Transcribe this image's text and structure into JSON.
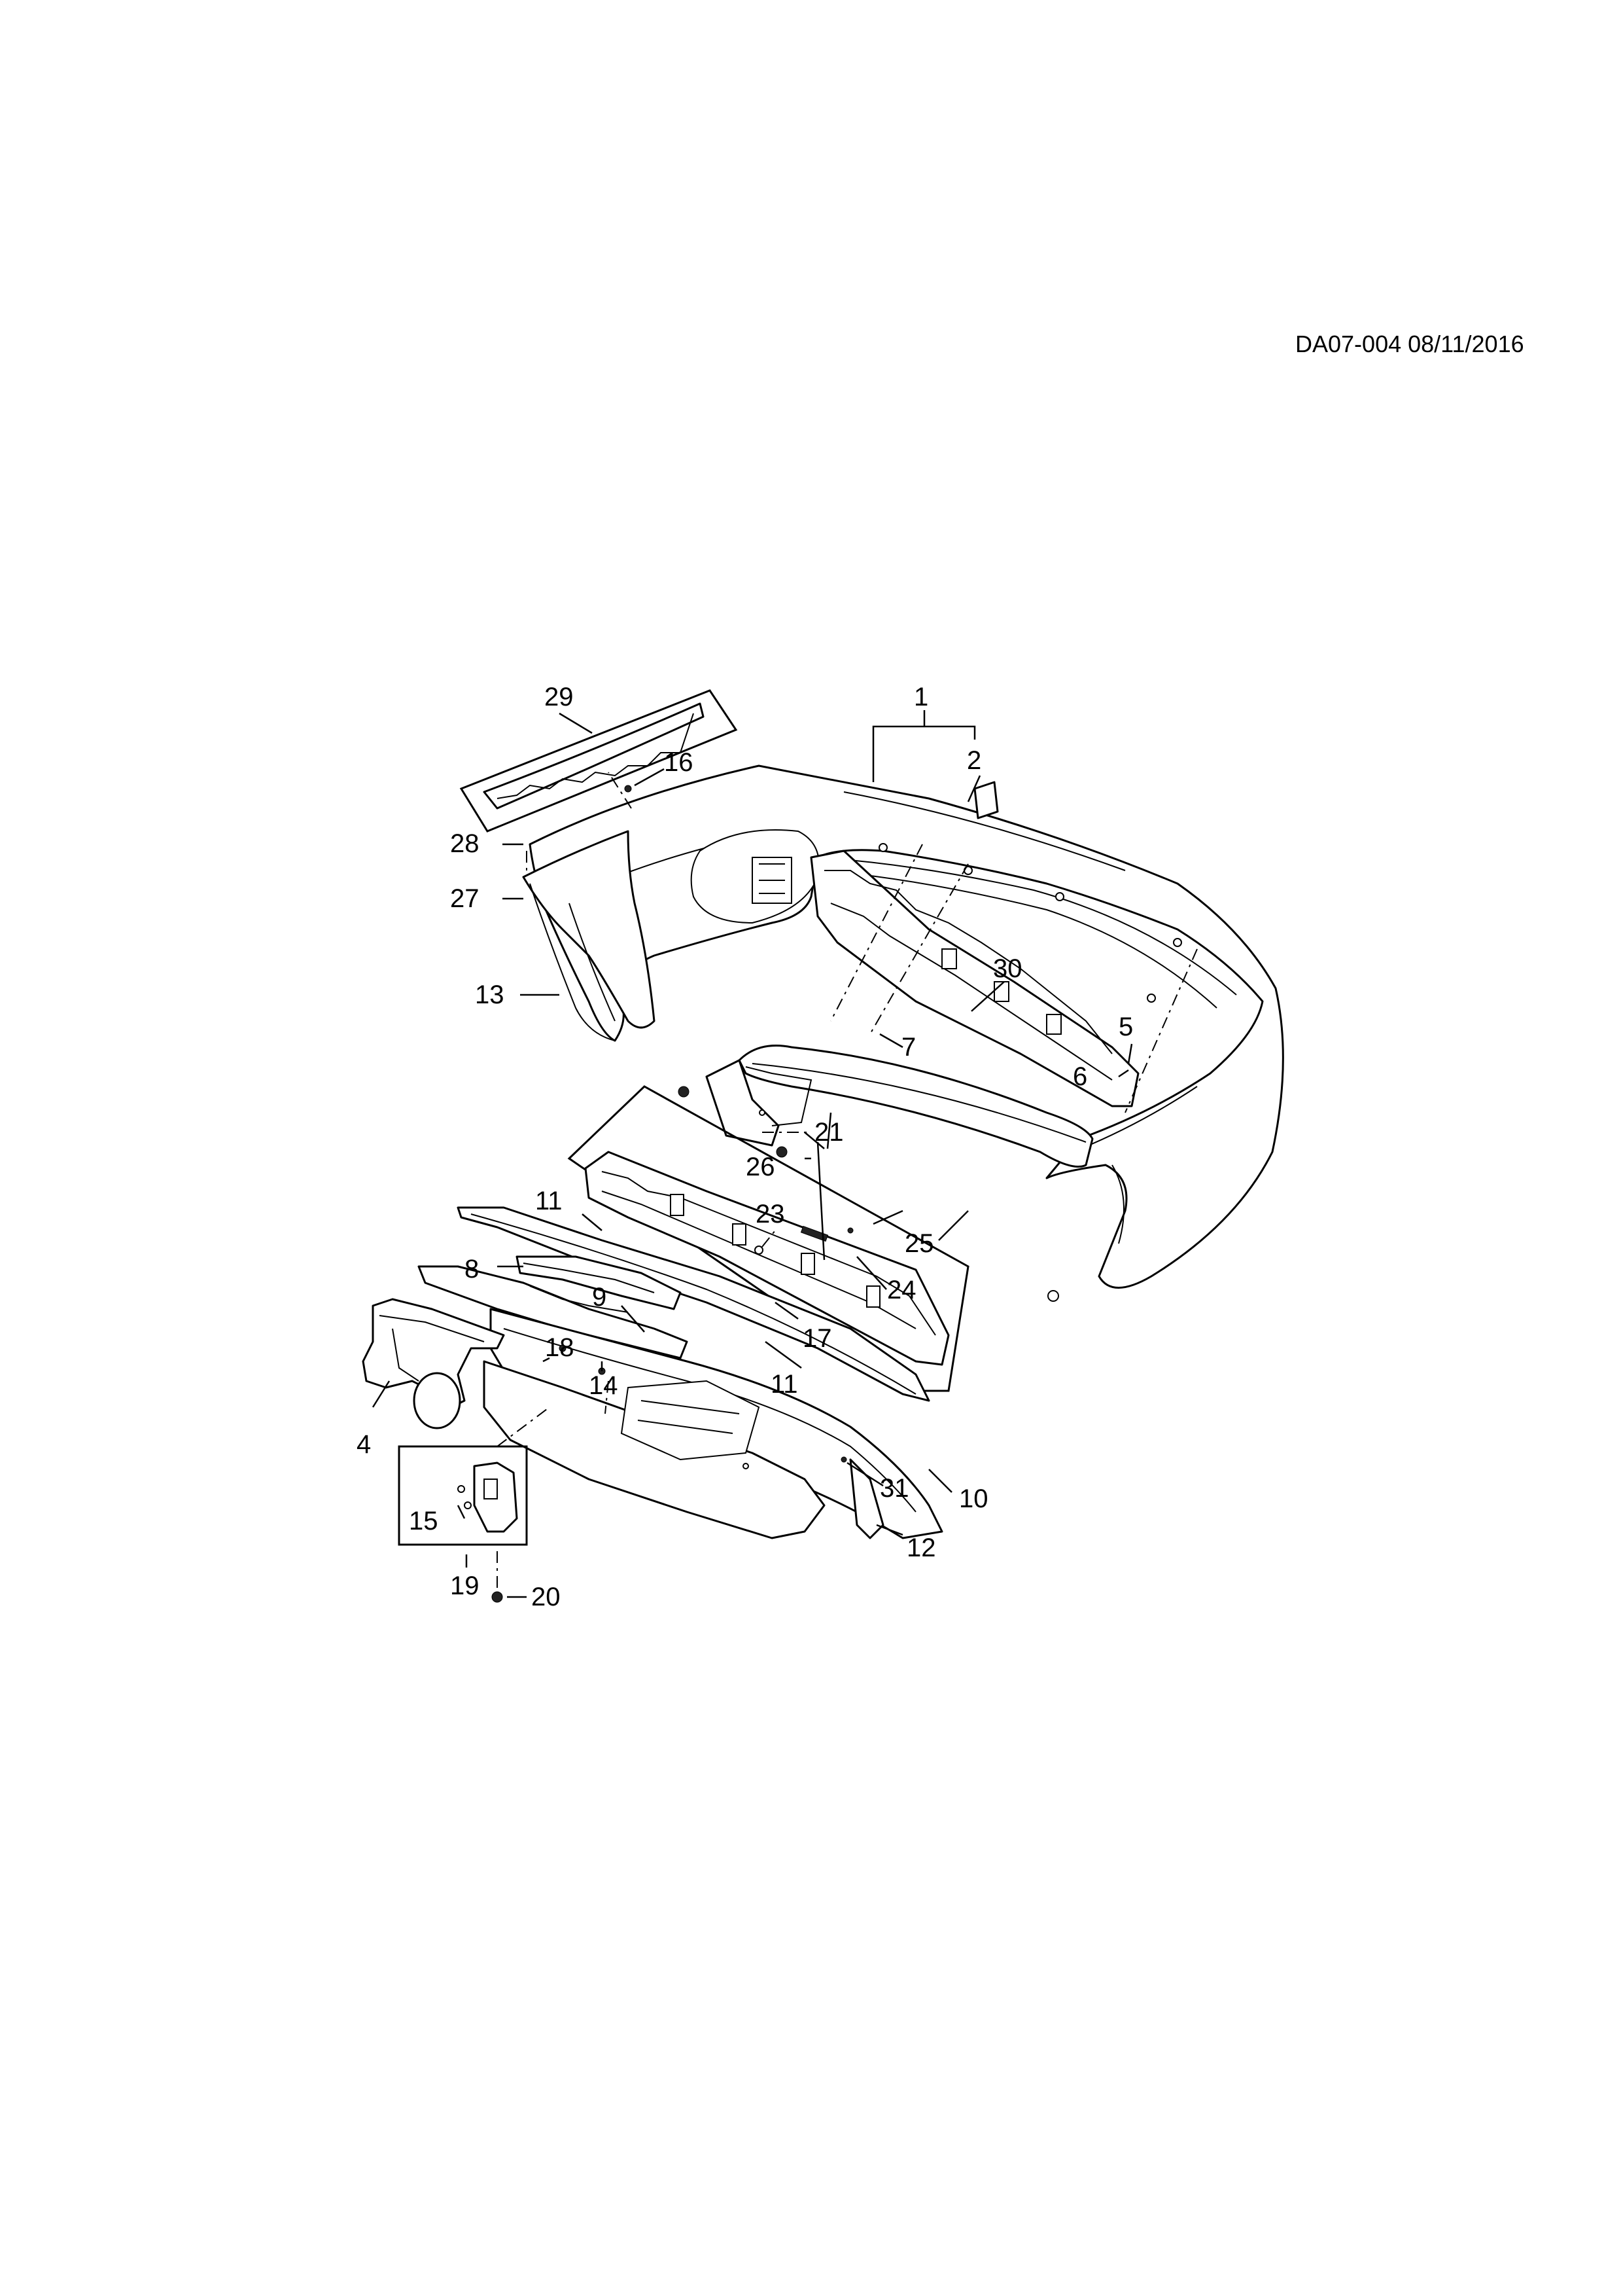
{
  "header": {
    "doc_id": "DA07-004 08/11/2016"
  },
  "callouts": [
    "1",
    "2",
    "29",
    "16",
    "28",
    "27",
    "13",
    "30",
    "5",
    "6",
    "7",
    "26",
    "21",
    "25",
    "11",
    "23",
    "24",
    "8",
    "9",
    "17",
    "18",
    "14",
    "11",
    "4",
    "31",
    "10",
    "15",
    "12",
    "19",
    "20"
  ]
}
